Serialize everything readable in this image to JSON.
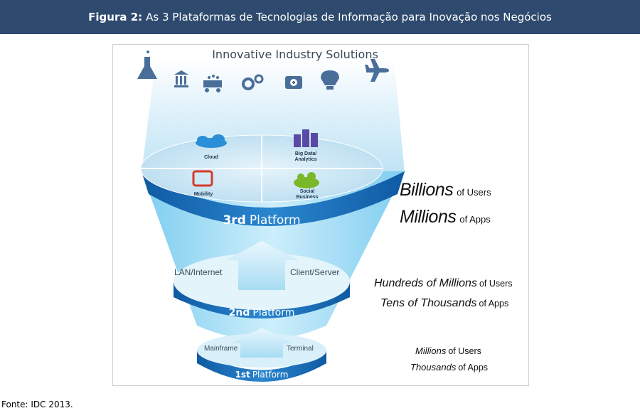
{
  "header": {
    "label": "Figura 2:",
    "title": "As 3 Plataformas de Tecnologias de Informação para Inovação nos Negócios"
  },
  "diagram": {
    "top_title": "Innovative Industry Solutions",
    "top_icons": [
      "flask-icon",
      "bank-icon",
      "shopping-cart-icon",
      "gears-icon",
      "medical-kit-icon",
      "lightbulb-icon",
      "airplane-icon"
    ],
    "quadrants": {
      "cloud": "Cloud",
      "bigdata_line1": "Big Data/",
      "bigdata_line2": "Analytics",
      "mobility": "Mobility",
      "social_line1": "Social",
      "social_line2": "Business"
    },
    "platform3": {
      "num": "3rd",
      "word": "Platform"
    },
    "platform2": {
      "num": "2nd",
      "word": "Platform",
      "left": "LAN/Internet",
      "right": "Client/Server"
    },
    "platform1": {
      "num": "1st",
      "word": "Platform",
      "left": "Mainframe",
      "right": "Terminal"
    },
    "colors": {
      "accent_blue": "#1e6bb0",
      "light_blue": "#bfe6f7"
    }
  },
  "scale": {
    "p3_users_big": "Billions",
    "p3_users_small": "of Users",
    "p3_apps_big": "Millions",
    "p3_apps_small": "of Apps",
    "p2_users_big": "Hundreds of Millions",
    "p2_users_small": "of Users",
    "p2_apps_big": "Tens of Thousands",
    "p2_apps_small": "of Apps",
    "p1_users_big": "Millions",
    "p1_users_small": "of Users",
    "p1_apps_big": "Thousands",
    "p1_apps_small": "of Apps"
  },
  "source": "Fonte: IDC 2013."
}
